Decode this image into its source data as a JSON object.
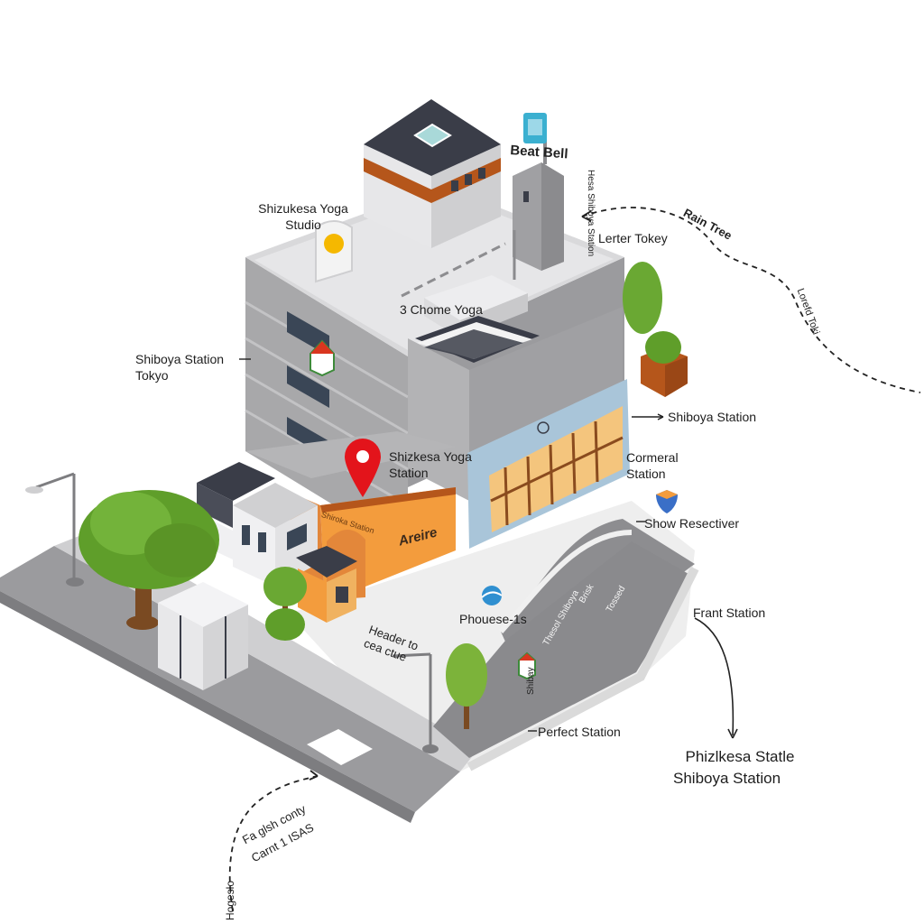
{
  "labels": {
    "yoga_studio": "Shizukesa Yoga Studio",
    "beat_bell": "Beat Bell",
    "lerter_tokey": "Lerter Tokey",
    "rain_tree": "Rain Tree",
    "three_chome_yoga": "3 Chome Yoga",
    "shiboya_station_tokyo": "Shiboya Station Tokyo",
    "shiboya_station_right": "Shiboya Station",
    "pin_label": "Shizkesa Yoga Station",
    "cormeral_station": "Cormeral Station",
    "show_resectiver": "Show Resectiver",
    "phouese": "Phouese-1s",
    "frant_station": "Frant Station",
    "perfect_station": "Perfect Station",
    "heade_to": "Header to cea ctue",
    "phizlkesa_statle": "Phizlkesa Statle",
    "shiboya_station_bottom": "Shiboya Station",
    "shop_sign": "Areire",
    "store_sign": "Shiroka Station",
    "pole_text": "Hesa Shiboya Station",
    "squiggle_right": "Lorefd Toki",
    "squiggle_left_1": "Fa glsh conty",
    "squiggle_left_2": "Carnt 1 ISAS",
    "squiggle_left_3": "Hogeslo",
    "road_text_1": "Thesol Shiboya",
    "road_text_2": "Brisk",
    "road_text_3": "Tossed",
    "road_text_4": "Shibay"
  },
  "colors": {
    "pin": "#e3141b",
    "shop_orange": "#f39c3d",
    "building_gray": "#a9a9ab",
    "roof_dark": "#3a3d48",
    "accent_brown": "#b5561b",
    "tree_green": "#5f9e2a",
    "glass_blue": "#a9c5d9"
  },
  "icons": [
    "location-pin-icon",
    "shield-icon",
    "globe-icon",
    "badge-icon"
  ]
}
